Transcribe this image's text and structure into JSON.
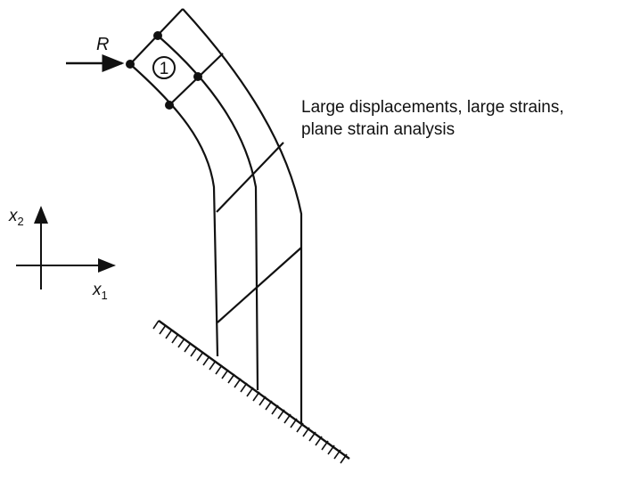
{
  "figure": {
    "load_label": "R",
    "element_number": "1",
    "annotation": {
      "line1": "Large displacements, large strains,",
      "line2": "plane strain analysis"
    },
    "axes": {
      "x1_label": "x",
      "x1_subscript": "1",
      "x2_label": "x",
      "x2_subscript": "2"
    }
  }
}
